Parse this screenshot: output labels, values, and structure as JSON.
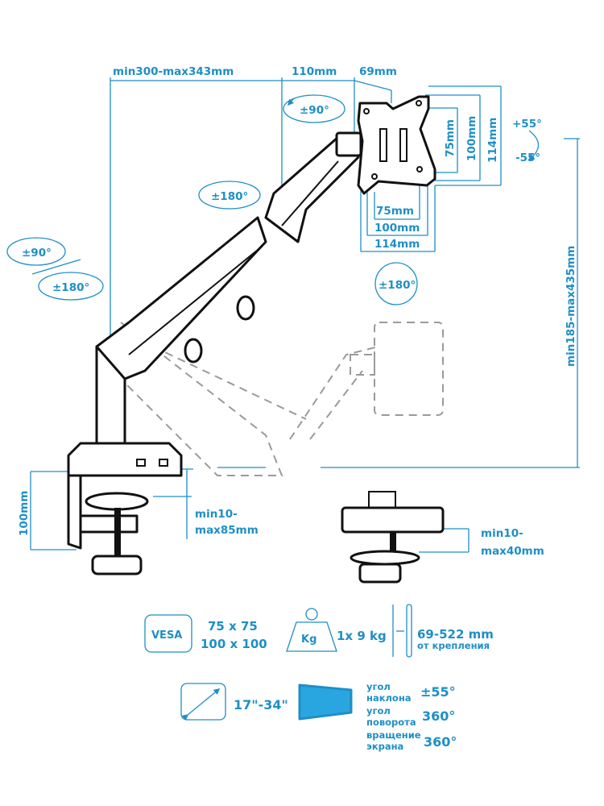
{
  "colors": {
    "accent": "#1e8fc6",
    "ink": "#111111",
    "ghost": "#9a9a9a",
    "panel_fill": "#29a6e0"
  },
  "dimensions": {
    "top": {
      "arm_reach": "min300-max343mm",
      "segment": "110mm",
      "head": "69mm"
    },
    "vesa_vertical": [
      "75mm",
      "100mm",
      "114mm"
    ],
    "vesa_horizontal": [
      "75mm",
      "100mm",
      "114mm"
    ],
    "height_range": "min185-max435mm",
    "clamp_height": "100mm",
    "clamp_range": {
      "line1": "min10-",
      "line2": "max85mm"
    },
    "grommet_range": {
      "line1": "min10-",
      "line2": "max40mm"
    }
  },
  "rotations": {
    "arm_upper_swivel": "±90°",
    "arm_mid_swivel": "±180°",
    "base_swivel": "±90°",
    "base_rotation": "±180°",
    "screen_rotation": "±180°",
    "tilt_up": "+55°",
    "tilt_down": "-55°"
  },
  "specs": {
    "vesa": {
      "icon_label": "VESA",
      "line1": "75 x 75",
      "line2": "100 x 100"
    },
    "weight": {
      "icon_label": "Kg",
      "value": "1x 9 kg"
    },
    "distance": {
      "value": "69-522 mm",
      "caption": "от крепления"
    },
    "screen_size": {
      "value": "17\"-34\""
    },
    "angles": [
      {
        "label1": "угол",
        "label2": "наклона",
        "value": "±55°"
      },
      {
        "label1": "угол",
        "label2": "поворота",
        "value": "360°"
      },
      {
        "label1": "вращение",
        "label2": "экрана",
        "value": "360°"
      }
    ]
  }
}
